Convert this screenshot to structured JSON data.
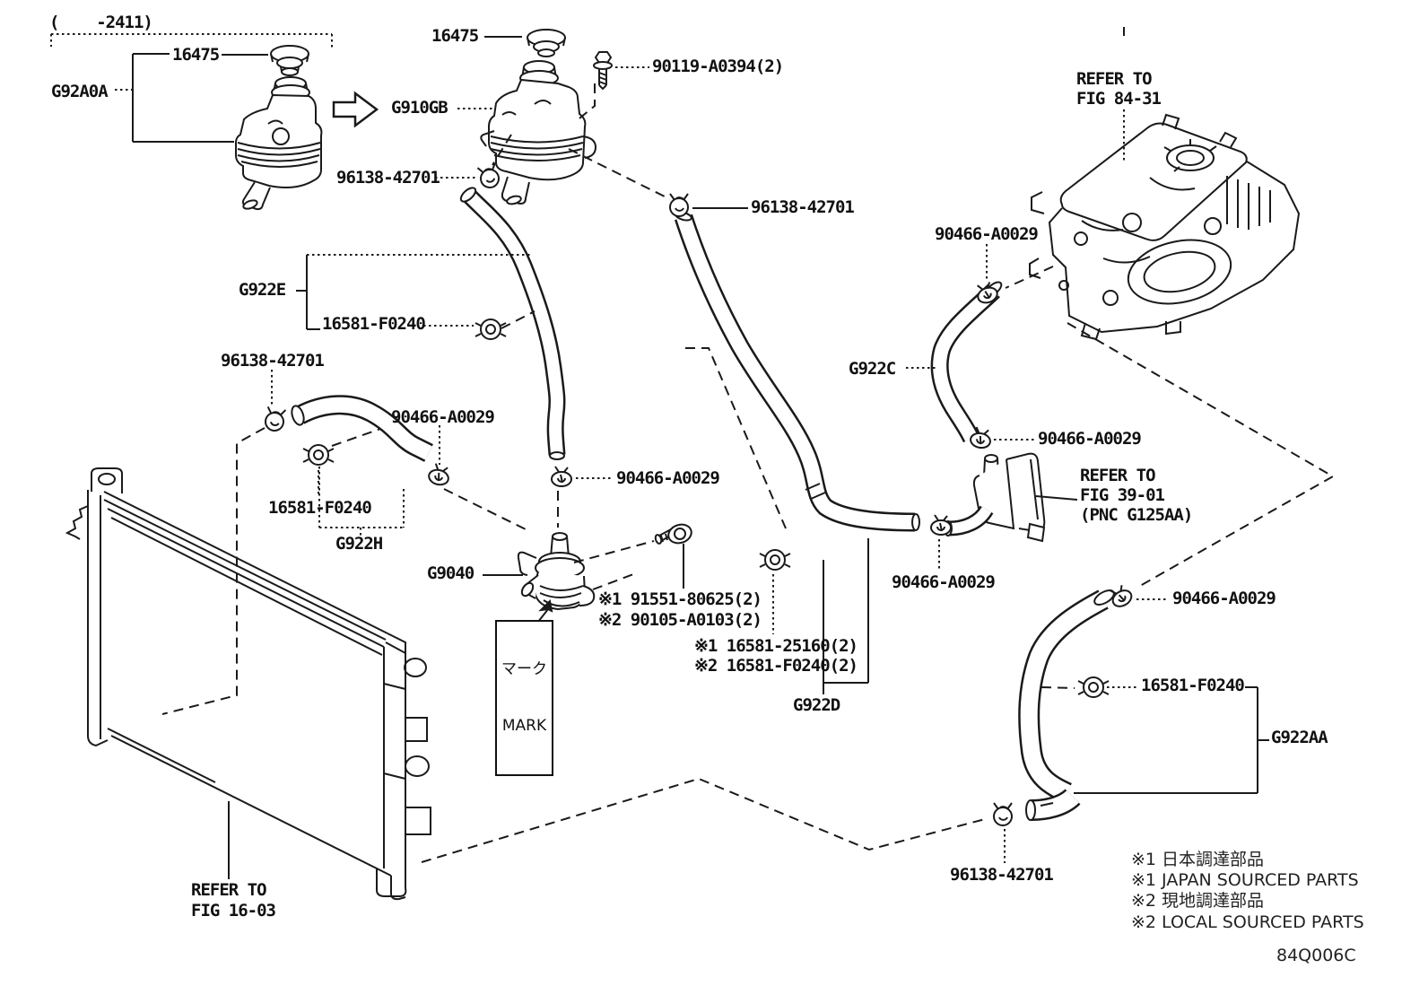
{
  "figure": {
    "code": "84Q006C"
  },
  "colors": {
    "ink": "#1a1a1a",
    "background": "#ffffff"
  },
  "labels": {
    "app_note": "(    -2411)",
    "pn_16475": "16475",
    "pn_g92a0a": "G92A0A",
    "pn_g910gb": "G910GB",
    "pn_90119": "90119-A0394(2)",
    "pn_96138": "96138-42701",
    "pn_90466": "90466-A0029",
    "pn_16581": "16581-F0240",
    "pn_g922e": "G922E",
    "pn_g922h": "G922H",
    "pn_g922c": "G922C",
    "pn_g922d": "G922D",
    "pn_g922aa": "G922AA",
    "pn_g9040": "G9040",
    "opt_pump_bolt_1": "※1 91551-80625(2)",
    "opt_pump_bolt_2": "※2 90105-A0103(2)",
    "opt_hose_clamp_1": "※1 16581-25160(2)",
    "opt_hose_clamp_2": "※2 16581-F0240(2)"
  },
  "references": {
    "fig_84_31": [
      "REFER TO",
      "FIG 84-31"
    ],
    "fig_39_01": [
      "REFER TO",
      "FIG 39-01",
      "(PNC G125AA)"
    ],
    "fig_16_03": [
      "REFER TO",
      "FIG 16-03"
    ]
  },
  "mark_box": {
    "jp": "マーク",
    "en": "MARK"
  },
  "footnotes": [
    "※1 日本調達部品",
    "※1 JAPAN SOURCED PARTS",
    "※2 現地調達部品",
    "※2 LOCAL SOURCED PARTS"
  ]
}
